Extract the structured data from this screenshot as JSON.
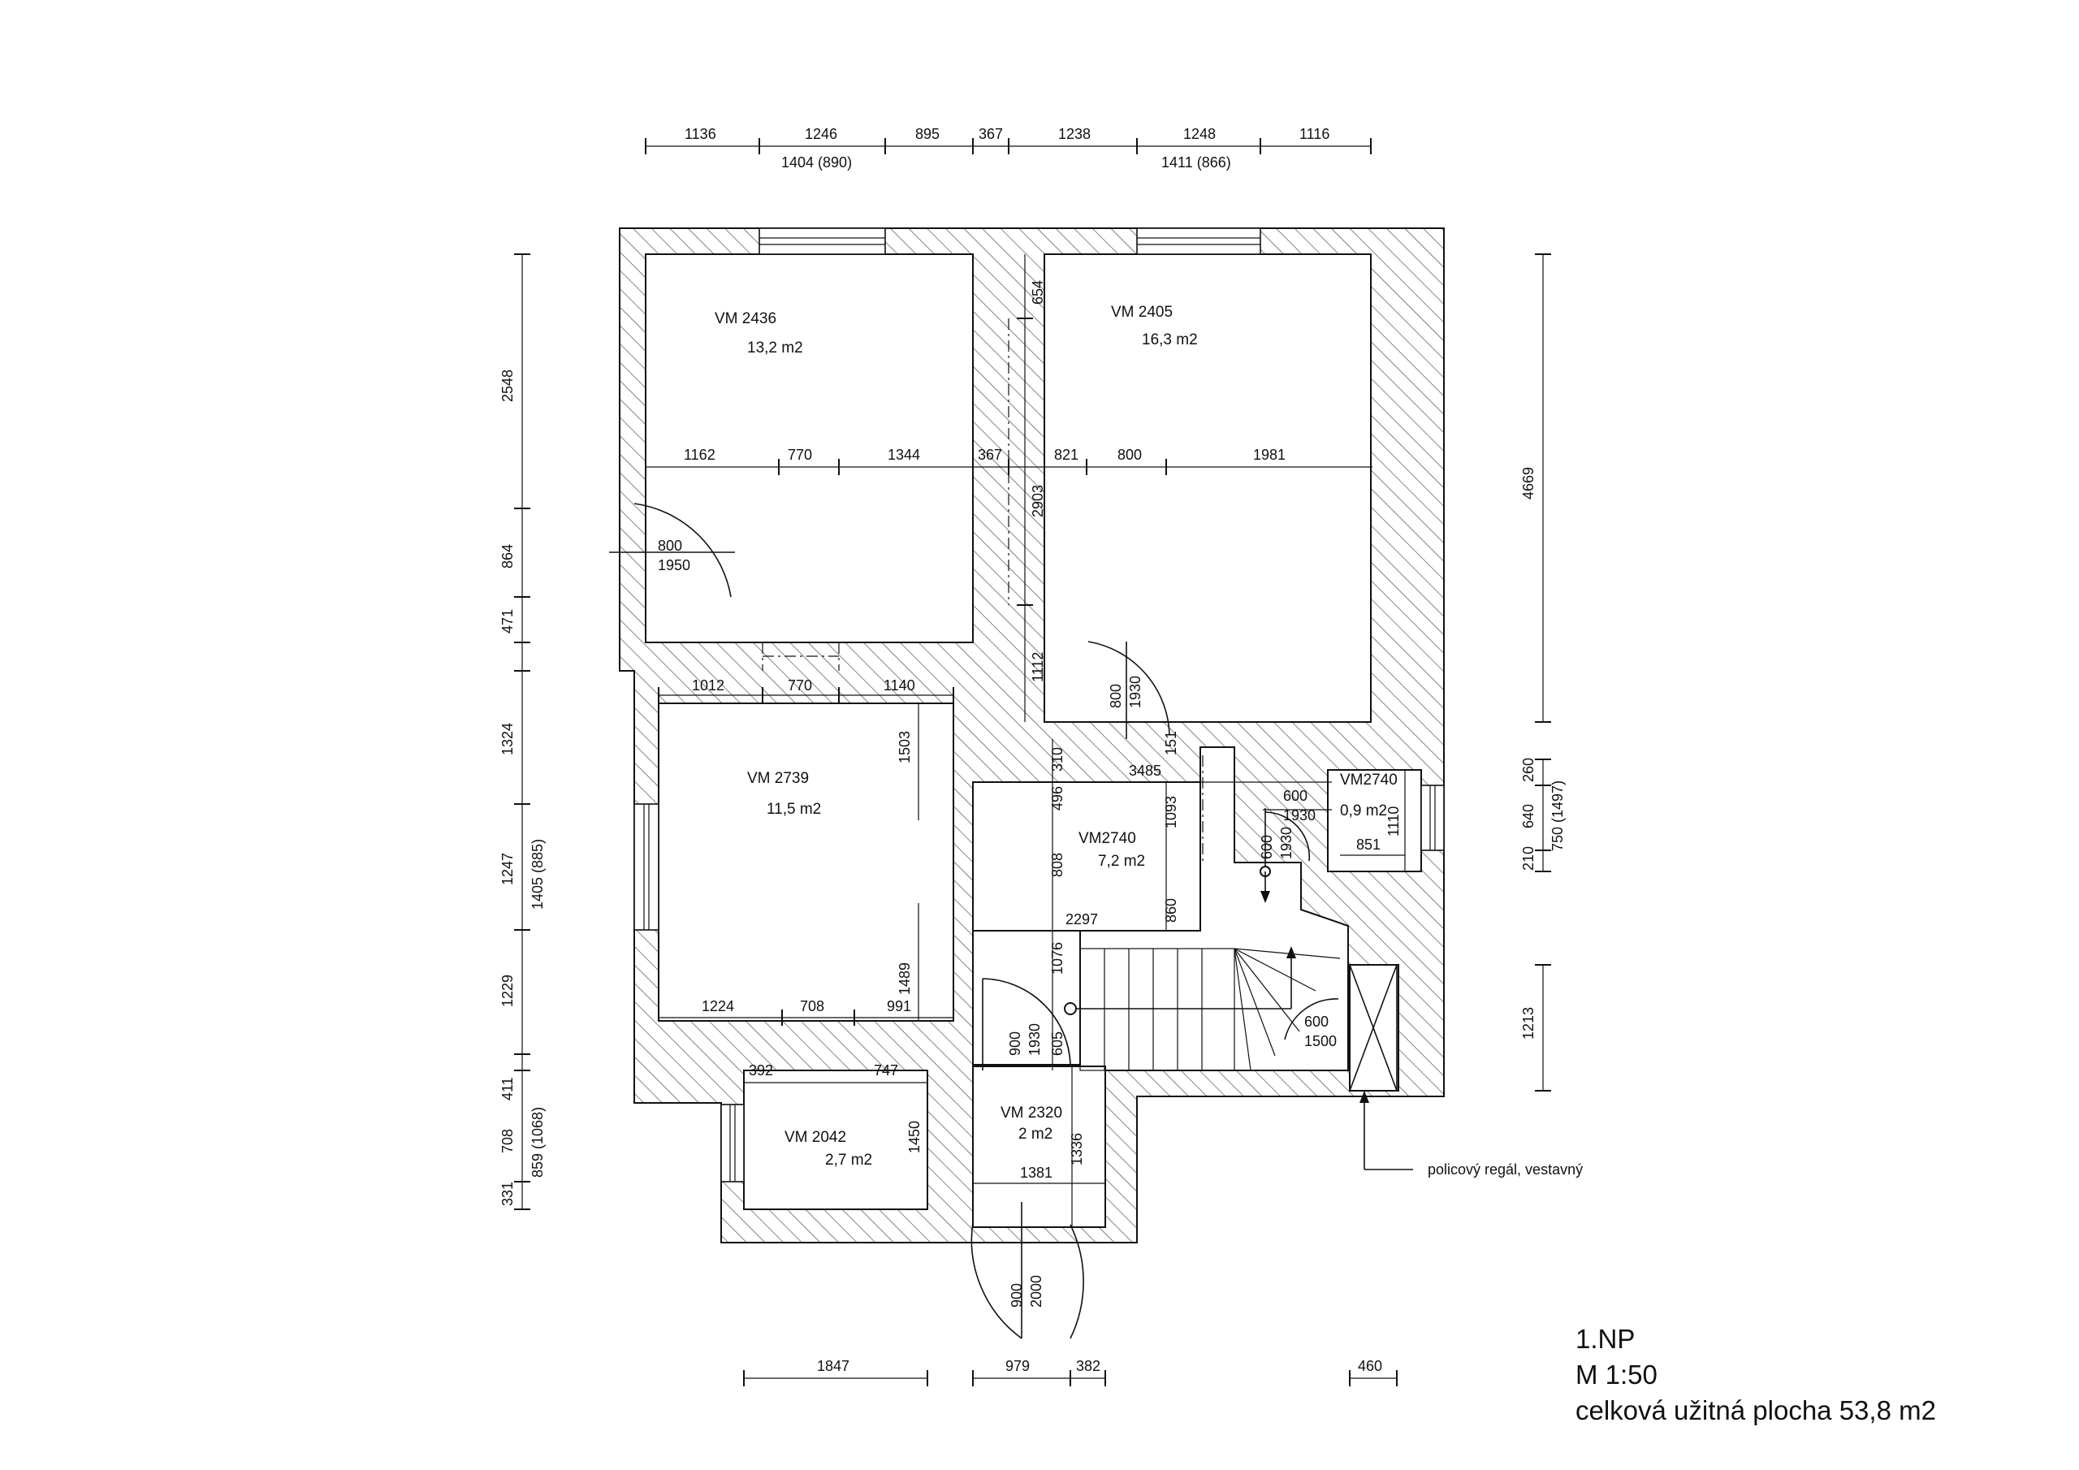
{
  "sheet": {
    "floor": "1.NP",
    "scale": "M 1:50",
    "summary": "celková užitná plocha 53,8 m2",
    "note": "policový regál, vestavný"
  },
  "rooms": [
    {
      "code": "VM 2436",
      "area": "13,2 m2"
    },
    {
      "code": "VM 2405",
      "area": "16,3 m2"
    },
    {
      "code": "VM 2739",
      "area": "11,5 m2"
    },
    {
      "code": "VM2740",
      "area": "7,2 m2"
    },
    {
      "code": "VM2740",
      "area": "0,9 m2"
    },
    {
      "code": "VM 2042",
      "area": "2,7 m2"
    },
    {
      "code": "VM 2320",
      "area": "2 m2"
    }
  ],
  "dims": {
    "top_row1": [
      "1136",
      "1246",
      "895",
      "367",
      "1238",
      "1248",
      "1116"
    ],
    "top_row2": [
      "1404 (890)",
      "1411 (866)"
    ],
    "left_col": [
      "2548",
      "864",
      "471",
      "1324",
      "1247",
      "1229",
      "411",
      "708",
      "331"
    ],
    "left_col2": [
      "1405 (885)",
      "859 (1068)"
    ],
    "right_col": [
      "4669",
      "260",
      "640",
      "210",
      "750 (1497)",
      "1213"
    ],
    "bottom": [
      "1847",
      "979",
      "382",
      "460"
    ],
    "room_a_row": [
      "1162",
      "770",
      "1344"
    ],
    "mid_367": "367",
    "room_b_row": [
      "821",
      "800",
      "1981"
    ],
    "v_654": "654",
    "v_2903": "2903",
    "v_1112": "1112",
    "room_c_row": [
      "1012",
      "770",
      "1140"
    ],
    "v_1503": "1503",
    "v_1489": "1489",
    "room_c_bottom": [
      "1224",
      "708",
      "991"
    ],
    "hall_3485": "3485",
    "hall_2297": "2297",
    "v_310": "310",
    "v_496": "496",
    "v_808": "808",
    "v_1093": "1093",
    "v_151": "151",
    "v_860": "860",
    "v_1076": "1076",
    "v_605": "605",
    "d_392": "392",
    "d_747": "747",
    "v_1450": "1450",
    "v_1336": "1336",
    "d_1381": "1381",
    "d_851": "851",
    "v_1110": "1110"
  },
  "doors": {
    "d1": [
      "800",
      "1950"
    ],
    "d2": [
      "800",
      "1930"
    ],
    "d3": [
      "600",
      "1930"
    ],
    "d4": [
      "600",
      "1930"
    ],
    "d5": [
      "900",
      "1930"
    ],
    "d6": [
      "900",
      "2000"
    ],
    "d7": [
      "600",
      "1500"
    ]
  }
}
